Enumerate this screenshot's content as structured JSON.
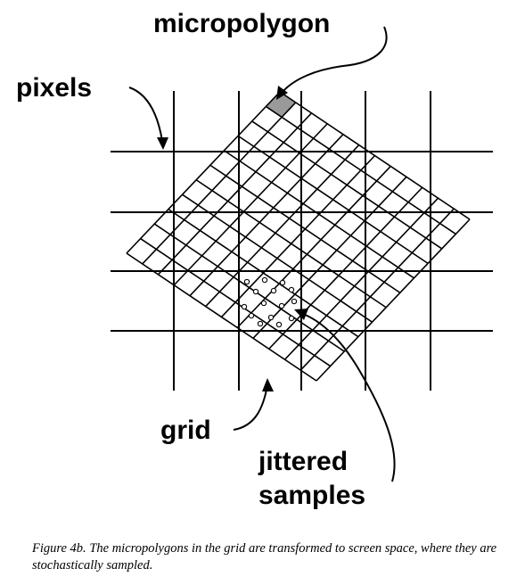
{
  "labels": {
    "micropolygon": "micropolygon",
    "pixels": "pixels",
    "grid": "grid",
    "jittered": "jittered",
    "samples": "samples"
  },
  "caption": {
    "figure": "Figure 4b.",
    "text": "The micropolygons in the grid are transformed to screen space, where they are stochastically sampled."
  },
  "grid": {
    "cells_u": 12,
    "cells_v": 11
  },
  "colors": {
    "ink": "#000000",
    "micropolygon_fill": "#9a9a9a"
  }
}
